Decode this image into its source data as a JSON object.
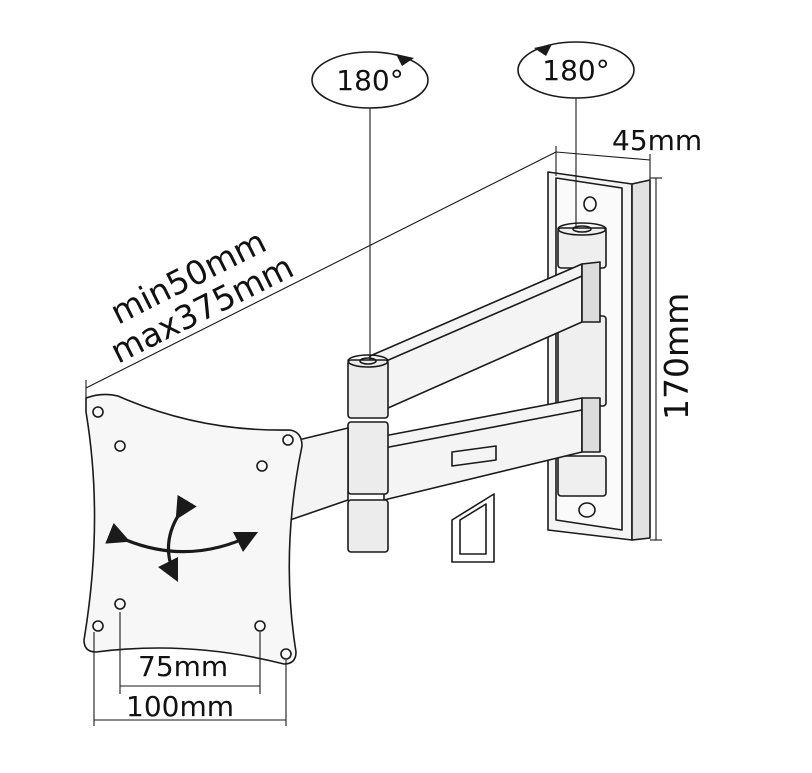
{
  "diagram": {
    "rotation_left": {
      "label": "180°",
      "icon": "rotate-arrow-icon"
    },
    "rotation_right": {
      "label": "180°",
      "icon": "rotate-arrow-icon"
    },
    "depth": {
      "label": "45mm"
    },
    "extension": {
      "min_label": "min50mm",
      "max_label": "max375mm"
    },
    "plate_height": {
      "label": "170mm"
    },
    "vesa_inner": {
      "label": "75mm"
    },
    "vesa_outer": {
      "label": "100mm"
    },
    "tilt_icon": "tilt-swivel-arrows-icon",
    "colors": {
      "line": "#1a1a1a",
      "part_fill": "#f4f4f4",
      "shade": "#d9d9d9",
      "background": "#ffffff"
    }
  }
}
